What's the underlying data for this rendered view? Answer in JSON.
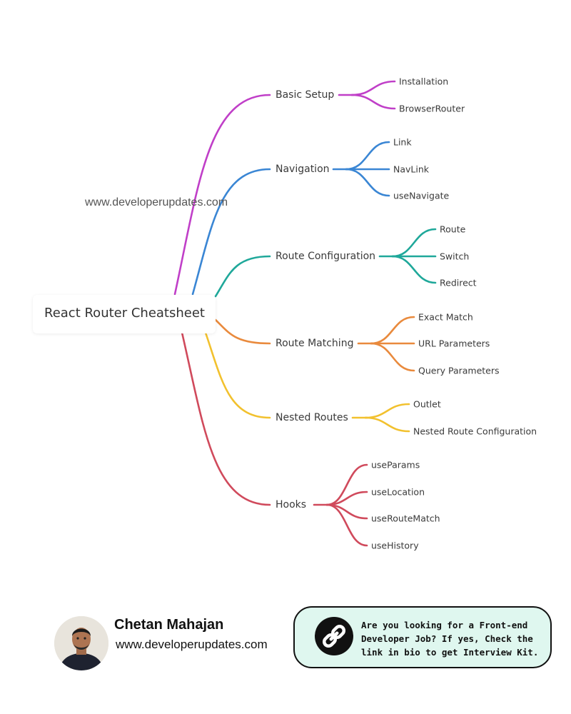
{
  "root": {
    "label": "React Router Cheatsheet"
  },
  "watermark": "www.developerupdates.com",
  "branches": [
    {
      "label": "Basic Setup",
      "color": "#c03fc8",
      "children": [
        "Installation",
        "BrowserRouter"
      ]
    },
    {
      "label": "Navigation",
      "color": "#3a86d4",
      "children": [
        "Link",
        "NavLink",
        "useNavigate"
      ]
    },
    {
      "label": "Route Configuration",
      "color": "#1fa89a",
      "children": [
        "Route",
        "Switch",
        "Redirect"
      ]
    },
    {
      "label": "Route Matching",
      "color": "#e98a3d",
      "children": [
        "Exact Match",
        "URL Parameters",
        "Query Parameters"
      ]
    },
    {
      "label": "Nested Routes",
      "color": "#f2c12e",
      "children": [
        "Outlet",
        "Nested Route Configuration"
      ]
    },
    {
      "label": "Hooks",
      "color": "#d04a5c",
      "children": [
        "useParams",
        "useLocation",
        "useRouteMatch",
        "useHistory"
      ]
    }
  ],
  "footer": {
    "author_name": "Chetan Mahajan",
    "author_site": "www.developerupdates.com",
    "promo_text": "Are you looking for a Front-end Developer Job?  If yes, Check the link in bio to get Interview Kit.",
    "promo_icon": "link-icon",
    "promo_bg": "#dff7ef"
  }
}
